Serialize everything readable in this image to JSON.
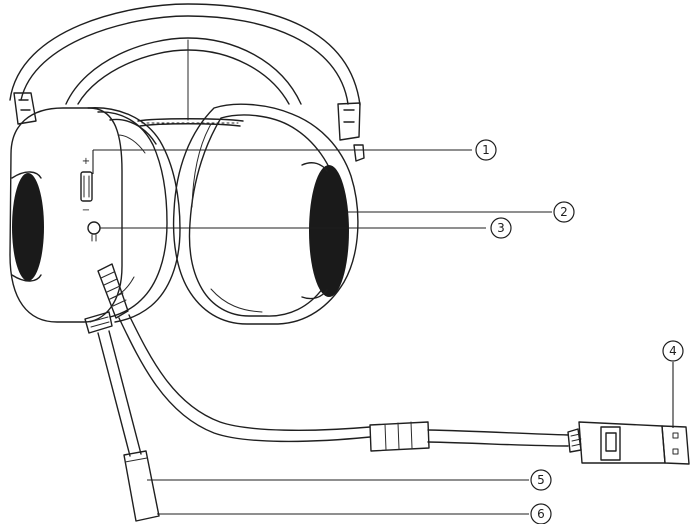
{
  "diagram": {
    "callouts": [
      {
        "id": "1",
        "label": "1"
      },
      {
        "id": "2",
        "label": "2"
      },
      {
        "id": "3",
        "label": "3"
      },
      {
        "id": "4",
        "label": "4"
      },
      {
        "id": "5",
        "label": "5"
      },
      {
        "id": "6",
        "label": "6"
      }
    ],
    "volume_marks": {
      "plus": "+",
      "minus": "−"
    },
    "colors": {
      "ink": "#1f1f1f",
      "mesh": "#1a1a1a",
      "background": "#ffffff"
    }
  }
}
